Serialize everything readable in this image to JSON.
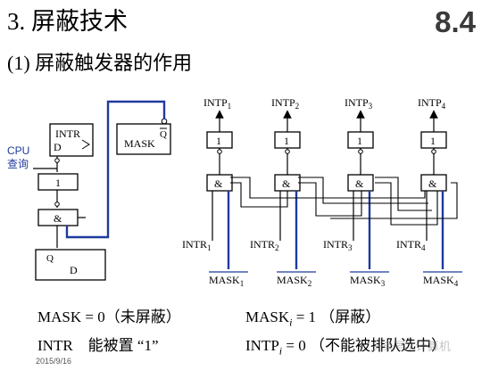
{
  "title": "3. 屏蔽技术",
  "slide_number": "8.4",
  "subtitle": "(1) 屏蔽触发器的作用",
  "cpu_label": {
    "line1": "CPU",
    "line2": "查询"
  },
  "left_circuit": {
    "intr_ff": {
      "label": "INTR",
      "d": "D"
    },
    "mask_ff": {
      "label": "MASK",
      "qbar": "Q"
    },
    "or_gate": "1",
    "and_gate": "&",
    "lower_ff": {
      "q": "Q",
      "d": "D"
    }
  },
  "channels": [
    {
      "intp_base": "INTP",
      "intp_sub": "1",
      "intr_base": "INTR",
      "intr_sub": "1",
      "mask_base": "MASK",
      "mask_sub": "1",
      "or_gate": "1",
      "and_gate": "&"
    },
    {
      "intp_base": "INTP",
      "intp_sub": "2",
      "intr_base": "INTR",
      "intr_sub": "2",
      "mask_base": "MASK",
      "mask_sub": "2",
      "or_gate": "1",
      "and_gate": "&"
    },
    {
      "intp_base": "INTP",
      "intp_sub": "3",
      "intr_base": "INTR",
      "intr_sub": "3",
      "mask_base": "MASK",
      "mask_sub": "3",
      "or_gate": "1",
      "and_gate": "&"
    },
    {
      "intp_base": "INTP",
      "intp_sub": "4",
      "intr_base": "INTR",
      "intr_sub": "4",
      "mask_base": "MASK",
      "mask_sub": "4",
      "or_gate": "1",
      "and_gate": "&"
    }
  ],
  "bottom": {
    "mask0": "MASK = 0（未屏蔽）",
    "maski_base": "MASK",
    "maski_sub": "i",
    "maski_rest": " = 1 （屏蔽）",
    "intr_text": "INTR　能被置 “1”",
    "intpi_base": "INTP",
    "intpi_sub": "i",
    "intpi_rest": " = 0 （不能被排队选中）"
  },
  "date": "2015/9/16",
  "watermark": "头条号 / 计算机"
}
